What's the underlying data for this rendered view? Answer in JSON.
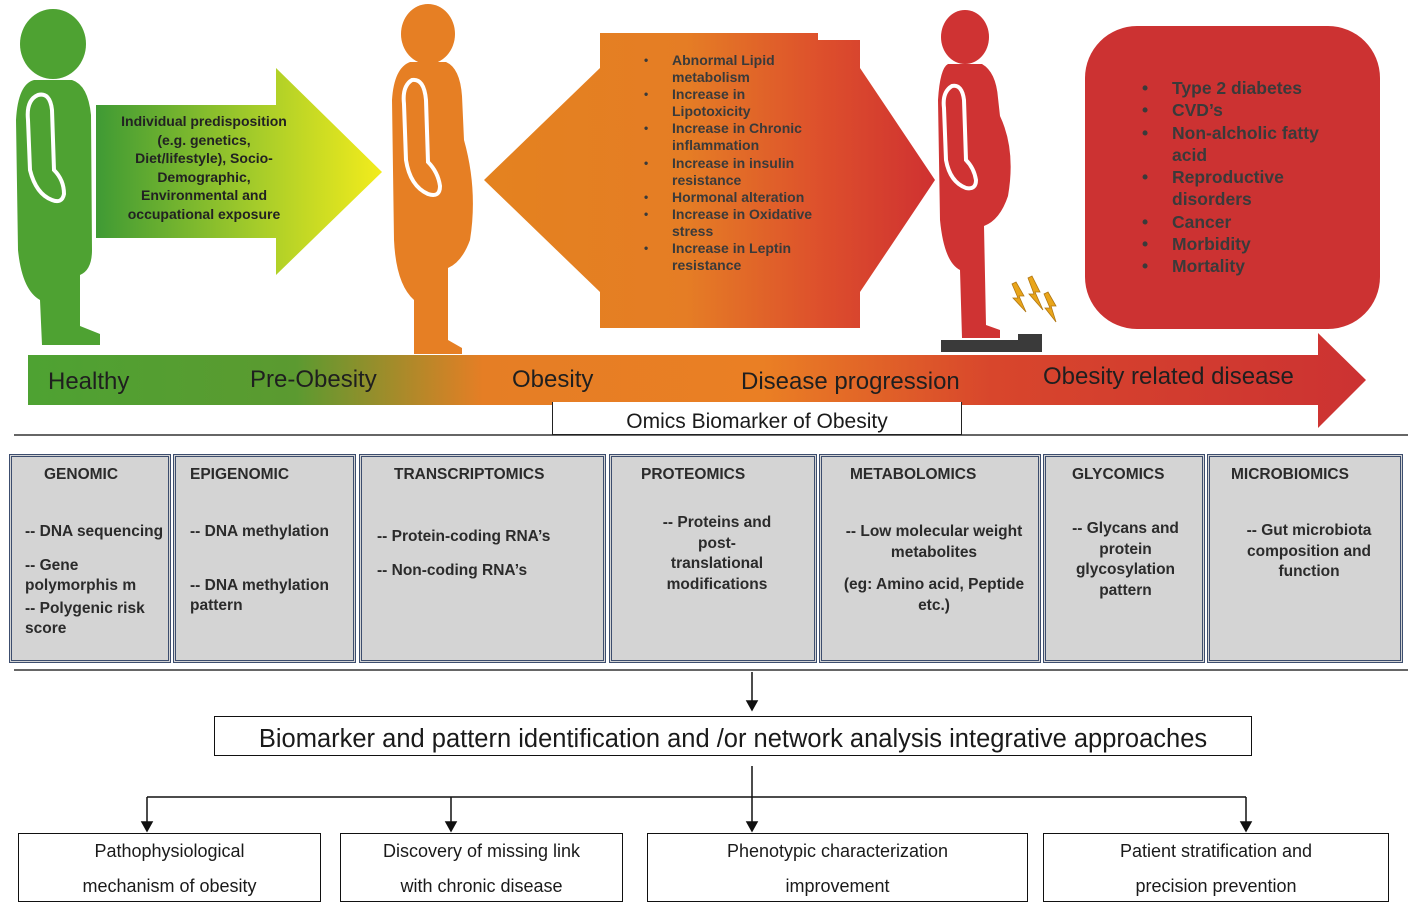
{
  "stages": [
    "Healthy",
    "Pre-Obesity",
    "Obesity",
    "Disease progression",
    "Obesity related disease"
  ],
  "predisposition_text": [
    "Individual predisposition",
    "(e.g. genetics,",
    "Diet/lifestyle), Socio-",
    "Demographic,",
    "Environmental and",
    "occupational exposure"
  ],
  "mechanisms": [
    "Abnormal Lipid metabolism",
    "Increase in Lipotoxicity",
    "Increase in Chronic inflammation",
    "Increase in insulin resistance",
    "Hormonal alteration",
    "Increase in Oxidative stress",
    "Increase in Leptin resistance"
  ],
  "diseases": [
    "Type 2 diabetes",
    "CVD’s",
    "Non-alcholic fatty acid",
    "Reproductive disorders",
    "Cancer",
    "Morbidity",
    "Mortality"
  ],
  "omics_title": "Omics Biomarker of Obesity",
  "omics": [
    {
      "title": "GENOMIC",
      "items": [
        "-- DNA sequencing",
        "-- Gene polymorphis m",
        "-- Polygenic risk score"
      ]
    },
    {
      "title": "EPIGENOMIC",
      "items": [
        "-- DNA methylation",
        "-- DNA methylation pattern"
      ]
    },
    {
      "title": "TRANSCRIPTOMICS",
      "items": [
        "-- Protein-coding RNA’s",
        "-- Non-coding RNA’s"
      ]
    },
    {
      "title": "PROTEOMICS",
      "items": [
        "-- Proteins and post-translational modifications"
      ]
    },
    {
      "title": "METABOLOMICS",
      "items": [
        "-- Low molecular weight metabolites",
        "(eg: Amino acid, Peptide etc.)"
      ]
    },
    {
      "title": "GLYCOMICS",
      "items": [
        "-- Glycans and protein glycosylation pattern"
      ]
    },
    {
      "title": "MICROBIOMICS",
      "items": [
        "-- Gut microbiota composition and function"
      ]
    }
  ],
  "integrative": "Biomarker and pattern identification and /or network analysis integrative approaches",
  "outcomes": [
    {
      "line1": "Pathophysiological",
      "line2": "mechanism of obesity"
    },
    {
      "line1": "Discovery of missing link",
      "line2": "with chronic disease"
    },
    {
      "line1": "Phenotypic characterization",
      "line2": "improvement"
    },
    {
      "line1": "Patient stratification and",
      "line2": "precision prevention"
    }
  ],
  "colors": {
    "green": "#4ea232",
    "orange": "#e57e25",
    "red": "#cc3232",
    "yellow": "#f0ee1c",
    "column_fill": "#d4d4d4",
    "column_border": "#3c4d6e"
  }
}
